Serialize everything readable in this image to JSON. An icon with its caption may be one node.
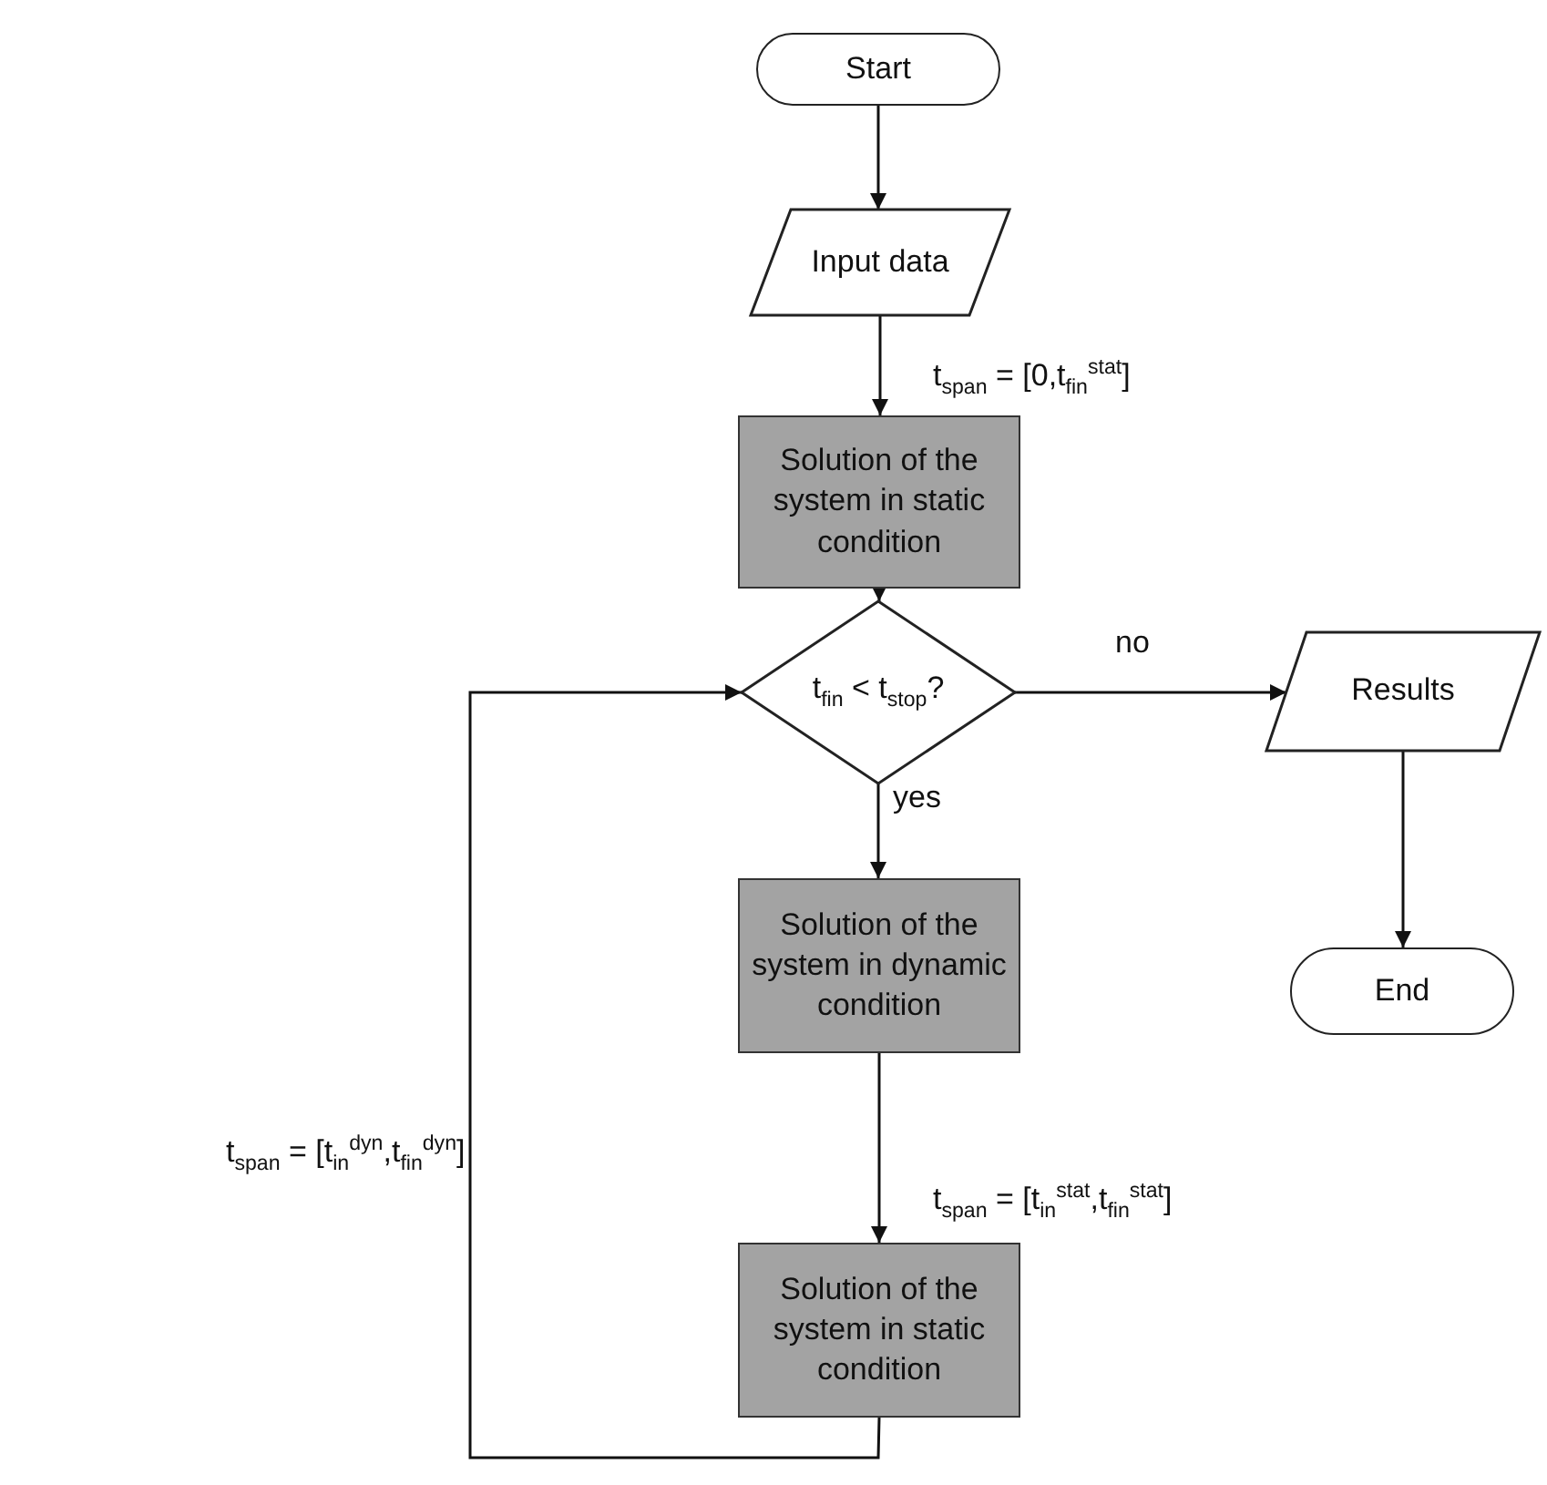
{
  "diagram": {
    "nodes": [
      {
        "text": [
          "Start"
        ]
      },
      {
        "text": [
          "Input data"
        ]
      },
      {
        "text": [
          "Solution of the system in static condition"
        ]
      },
      {
        "text": [
          "t$_{fin}$ < t$_{stop}$?"
        ]
      },
      {
        "text": [
          "Results"
        ]
      },
      {
        "text": [
          "End"
        ]
      },
      {
        "text": [
          "Solution of the system in dynamic condition"
        ]
      },
      {
        "text": [
          "Solution of the system in static condition"
        ]
      }
    ],
    "edges": [
      {
        "from": 0,
        "to": 1,
        "arrow": "to"
      },
      {
        "from": 1,
        "to": 2,
        "arrow": "to",
        "label": "t$_{span}$ = [0,t$_{fin}$$^{stat}$]"
      },
      {
        "from": 2,
        "to": 3,
        "arrow": "to"
      },
      {
        "from": 3,
        "to": 4,
        "arrow": "to",
        "label": "no"
      },
      {
        "from": 4,
        "to": 5,
        "arrow": "to"
      },
      {
        "from": 3,
        "to": 6,
        "arrow": "to",
        "label": "yes"
      },
      {
        "from": 6,
        "to": 7,
        "arrow": "to",
        "label": "t$_{span}$ = [t$_{in}$$^{stat}$,t$_{fin}$$^{stat}$]"
      },
      {
        "from": 7,
        "to": 3,
        "arrow": "to",
        "label": "t$_{span}$ = [t$_{in}$$^{dyn}$,t$_{fin}$$^{dyn}$]"
      }
    ]
  }
}
